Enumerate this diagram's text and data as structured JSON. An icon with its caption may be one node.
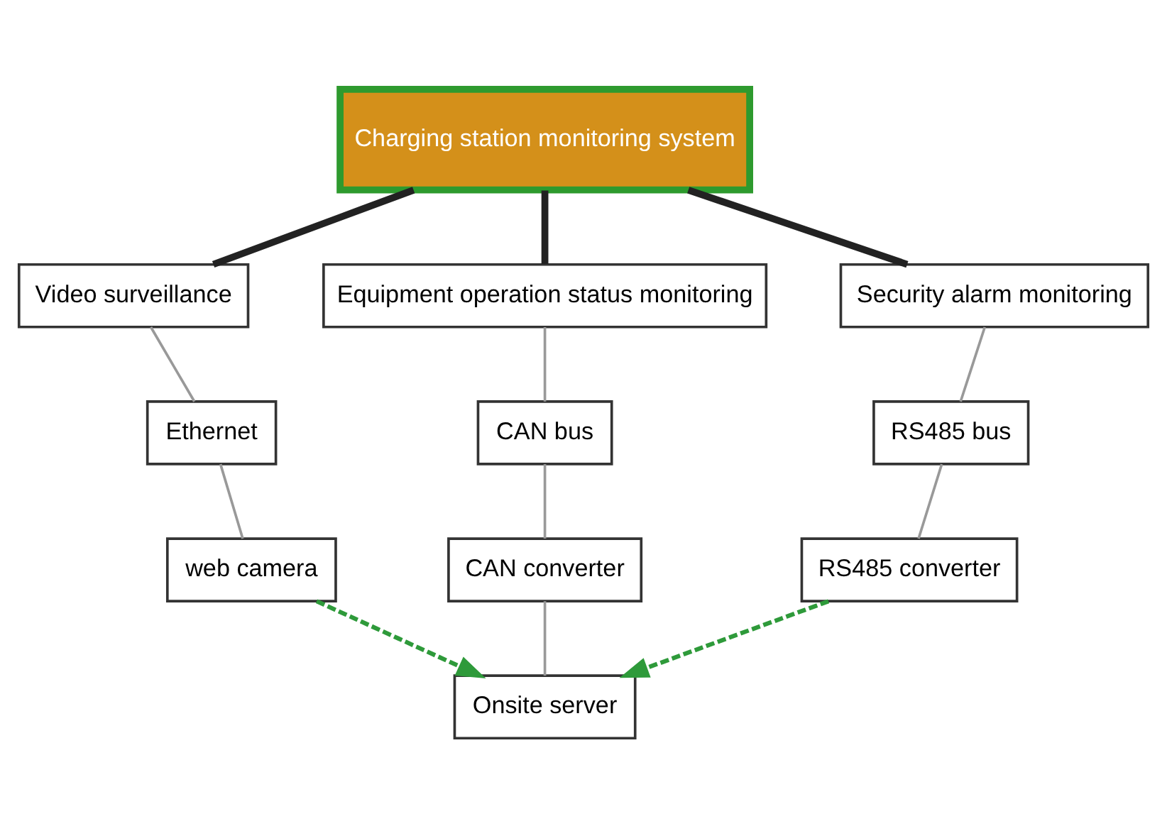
{
  "diagram": {
    "nodes": [
      {
        "text": [
          "Charging station monitoring system"
        ]
      },
      {
        "text": [
          "Video surveillance"
        ]
      },
      {
        "text": [
          "Equipment operation status monitoring"
        ]
      },
      {
        "text": [
          "Security alarm monitoring"
        ]
      },
      {
        "text": [
          "Ethernet"
        ]
      },
      {
        "text": [
          "CAN bus"
        ]
      },
      {
        "text": [
          "RS485 bus"
        ]
      },
      {
        "text": [
          "web camera"
        ]
      },
      {
        "text": [
          "CAN converter"
        ]
      },
      {
        "text": [
          "RS485 converter"
        ]
      },
      {
        "text": [
          "Onsite server"
        ]
      }
    ],
    "edges": [
      {
        "from": 0,
        "to": 1,
        "arrow": "none",
        "style": "thick",
        "color": "#222222"
      },
      {
        "from": 0,
        "to": 2,
        "arrow": "none",
        "style": "thick",
        "color": "#222222"
      },
      {
        "from": 0,
        "to": 3,
        "arrow": "none",
        "style": "thick",
        "color": "#222222"
      },
      {
        "from": 1,
        "to": 4,
        "arrow": "none"
      },
      {
        "from": 4,
        "to": 7,
        "arrow": "none"
      },
      {
        "from": 2,
        "to": 5,
        "arrow": "none"
      },
      {
        "from": 5,
        "to": 8,
        "arrow": "none"
      },
      {
        "from": 3,
        "to": 6,
        "arrow": "none"
      },
      {
        "from": 6,
        "to": 9,
        "arrow": "none"
      },
      {
        "from": 7,
        "to": 10,
        "arrow": "to",
        "style": "dashed",
        "color": "#2e9a3a"
      },
      {
        "from": 8,
        "to": 10,
        "arrow": "none"
      },
      {
        "from": 9,
        "to": 10,
        "arrow": "to",
        "style": "dashed",
        "color": "#2e9a3a"
      }
    ]
  }
}
